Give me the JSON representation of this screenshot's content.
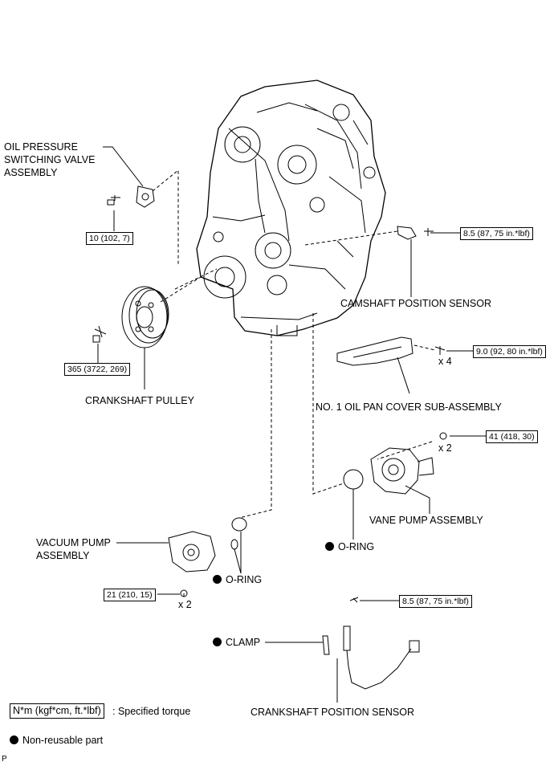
{
  "parts": {
    "oil_pressure_valve": [
      "OIL PRESSURE",
      "SWITCHING VALVE",
      "ASSEMBLY"
    ],
    "camshaft_sensor": "CAMSHAFT POSITION SENSOR",
    "crankshaft_pulley": "CRANKSHAFT PULLEY",
    "oil_pan_cover": "NO. 1 OIL PAN COVER SUB-ASSEMBLY",
    "vane_pump": "VANE PUMP ASSEMBLY",
    "vacuum_pump": [
      "VACUUM PUMP",
      "ASSEMBLY"
    ],
    "oring_right": "O-RING",
    "oring_left": "O-RING",
    "clamp": "CLAMP",
    "crankshaft_sensor": "CRANKSHAFT POSITION SENSOR"
  },
  "torques": {
    "oil_valve_bolt": "10 (102, 7)",
    "camshaft_bolt": "8.5 (87, 75 in.*lbf)",
    "pulley_bolt": "365 (3722, 269)",
    "oil_pan_bolt": "9.0 (92, 80 in.*lbf)",
    "vane_pump_nut": "41 (418, 30)",
    "vacuum_pump_nut": "21 (210, 15)",
    "crank_sensor_bolt": "8.5 (87, 75 in.*lbf)"
  },
  "quantities": {
    "oil_pan": "x 4",
    "vane_pump": "x 2",
    "vacuum_pump": "x 2"
  },
  "legend": {
    "torque_unit": "N*m (kgf*cm, ft.*lbf)",
    "torque_desc": ": Specified torque",
    "nonreusable": "Non-reusable part"
  },
  "footer": "P"
}
